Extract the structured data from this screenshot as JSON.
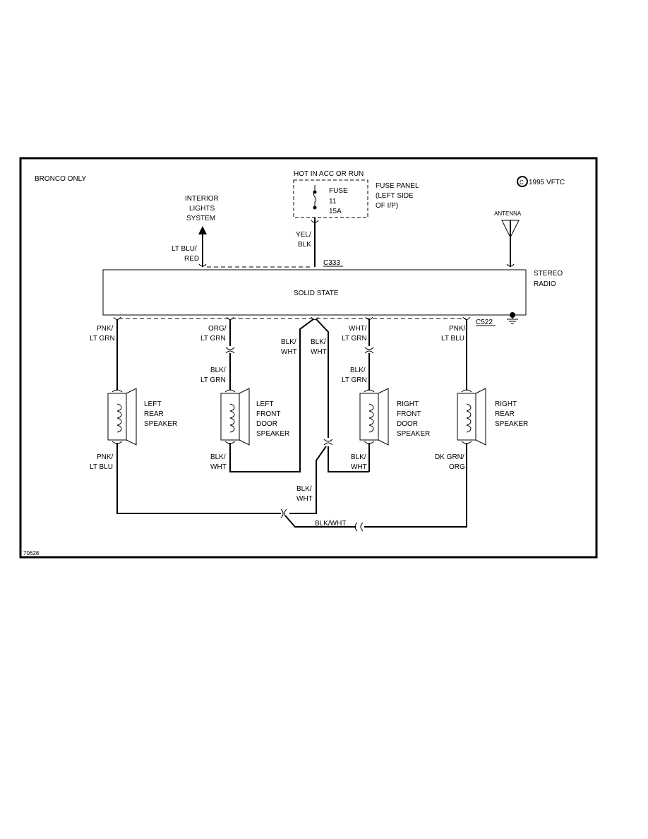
{
  "frame_label": "BRONCO ONLY",
  "copyright": "1995 VFTC",
  "copyright_symbol": "C",
  "figure_id": "70628",
  "fuse": {
    "header": "HOT IN ACC OR RUN",
    "label": "FUSE",
    "number": "11",
    "rating": "15A",
    "panel_line1": "FUSE PANEL",
    "panel_line2": "(LEFT SIDE",
    "panel_line3": "OF I/P)"
  },
  "interior_lights": {
    "line1": "INTERIOR",
    "line2": "LIGHTS",
    "line3": "SYSTEM"
  },
  "antenna_label": "ANTENNA",
  "radio": {
    "body_text": "SOLID STATE",
    "name_line1": "STEREO",
    "name_line2": "RADIO"
  },
  "connectors": {
    "top": "C333",
    "bottom": "C522"
  },
  "wires": {
    "interior_1": "LT BLU/",
    "interior_2": "RED",
    "fuse_1": "YEL/",
    "fuse_2": "BLK",
    "lr_top_1": "PNK/",
    "lr_top_2": "LT GRN",
    "lf_top_1": "ORG/",
    "lf_top_2": "LT GRN",
    "lf_mid_1": "BLK/",
    "lf_mid_2": "LT GRN",
    "gnd_left_1": "BLK/",
    "gnd_left_2": "WHT",
    "gnd_right_1": "BLK/",
    "gnd_right_2": "WHT",
    "rf_top_1": "WHT/",
    "rf_top_2": "LT GRN",
    "rf_mid_1": "BLK/",
    "rf_mid_2": "LT GRN",
    "rr_top_1": "PNK/",
    "rr_top_2": "LT BLU",
    "lr_bot_1": "PNK/",
    "lr_bot_2": "LT BLU",
    "lf_bot_1": "BLK/",
    "lf_bot_2": "WHT",
    "rf_bot_1": "BLK/",
    "rf_bot_2": "WHT",
    "rr_bot_1": "DK GRN/",
    "rr_bot_2": "ORG",
    "splice_1": "BLK/",
    "splice_2": "WHT",
    "bottom_run": "BLK/WHT"
  },
  "speakers": {
    "left_rear": [
      "LEFT",
      "REAR",
      "SPEAKER"
    ],
    "left_front": [
      "LEFT",
      "FRONT",
      "DOOR",
      "SPEAKER"
    ],
    "right_front": [
      "RIGHT",
      "FRONT",
      "DOOR",
      "SPEAKER"
    ],
    "right_rear": [
      "RIGHT",
      "REAR",
      "SPEAKER"
    ]
  }
}
